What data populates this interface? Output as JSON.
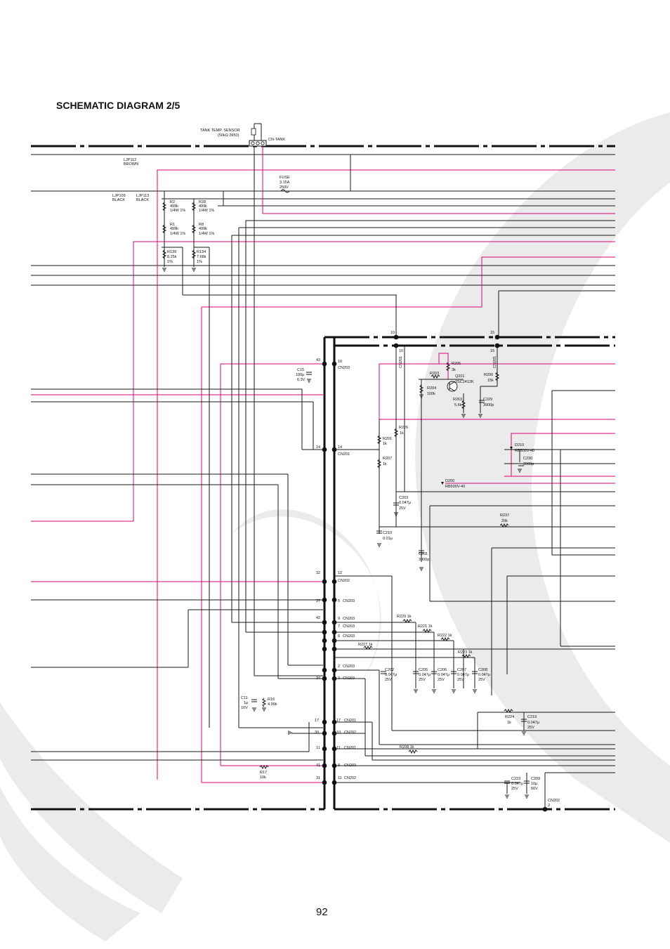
{
  "header": {
    "title": "SCHEMATIC DIAGRAM 2/5"
  },
  "footer": {
    "page_number": "92"
  },
  "colors": {
    "wire": "#1a1a1a",
    "highlight_wire": "#e0007a",
    "watermark": "#ebebeb"
  },
  "labels": {
    "tank_sensor": "TANK TEMP. SENSOR",
    "tank_sensor_value": "(50kΩ   3950)",
    "cn_tank": "CN-TANK",
    "ljp112": "LJP112",
    "ljp112_color": "BROWN",
    "fuse": "FUSE",
    "fuse_a": "3.15A",
    "fuse_v": "250V",
    "ljp109": "LJP109",
    "ljp109_color": "BLACK",
    "ljp113": "LJP113",
    "ljp113_color": "BLACK",
    "r2": "R2",
    "r2_v": "499k",
    "r2_p": "1/4W  1%",
    "r28": "R28",
    "r28_v": "499k",
    "r28_p": "1/4W  1%",
    "r1": "R1",
    "r1_v": "499k",
    "r1_p": "1/4W  1%",
    "r8": "R8",
    "r8_v": "499k",
    "r8_p": "1/4W  1%",
    "r139": "R139",
    "r139_v": "8.25k",
    "r139_t": "1%",
    "r134": "R134",
    "r134_v": "7.68k",
    "r134_t": "1%",
    "pin10_top": "10",
    "pin15_top": "15",
    "pin10_b": "10",
    "pin15_b": "15",
    "cn201_v1": "CN201",
    "cn201_v2": "CN201",
    "p43": "43",
    "p10": "10",
    "cn203_a": "CN203",
    "c15": "C15",
    "c15_v": "100μ",
    "c15_r": "6.3V",
    "r205": "R205",
    "r205_v": "3k",
    "r203": "R203",
    "q201": "Q201",
    "q201_t": "2SC2412K",
    "r206": "R206",
    "r206_v": "15k",
    "r204": "R204",
    "r204_v": "100k",
    "r263": "R263",
    "r263_v": "5.6k",
    "c229": "C229",
    "c229_v": "3900p",
    "r226": "R226",
    "r226_v": "1k",
    "r201": "R201",
    "r201_v": "1k",
    "p14a": "14",
    "p14b": "14",
    "cn201_a": "CN201",
    "r207": "R207",
    "r207_v": "1k",
    "d210": "D210",
    "d210_t": "RB500V-40",
    "c230": "C230",
    "c230_v": "3900p",
    "d200": "D200",
    "d200_t": "RB500V-40",
    "c203": "C203",
    "c203_v": "0.047μ",
    "c203_r": "25V",
    "r237": "R237",
    "r237_v": "20k",
    "c210": "C210",
    "c210_v": "0.01μ",
    "c201": "C201",
    "c201_v": "3900p",
    "p32": "32",
    "p12": "12",
    "cn202_a": "CN202",
    "p37": "37",
    "p5": "5",
    "cn203_b": "CN203",
    "p42": "42",
    "p9": "9",
    "cn203_c": "CN203",
    "r220": "R220  1k",
    "p7": "7",
    "cn203_d": "CN203",
    "r221": "R221  1k",
    "p6": "6",
    "cn203_e": "CN203",
    "r222": "R222  1k",
    "r227": "R227  1k",
    "r223": "R223  1k",
    "p2": "2",
    "cn203_f": "CN203",
    "p34": "34",
    "p3": "3",
    "cn203_g": "CN203",
    "c202": "C202",
    "c202_v": "0.047μ",
    "c202_r": "25V",
    "c205": "C205",
    "c205_v": "0.047μ",
    "c205_r": "25V",
    "c206": "C206",
    "c206_v": "0.047μ",
    "c206_r": "25V",
    "c207": "C207",
    "c207_v": "0.047μ",
    "c207_r": "25V",
    "c208": "C208",
    "c208_v": "0.047μ",
    "c208_r": "25V",
    "c11": "C11",
    "c11_v": "1μ",
    "c11_r": "10V",
    "r16": "R16",
    "r16_v": "4.99k",
    "p17a": "17",
    "p17b": "17",
    "cn201_b": "CN201",
    "p30": "30",
    "p10c": "10",
    "cn202_b": "CN202",
    "p11a": "11",
    "p11b": "11",
    "cn201_c": "CN201",
    "r208": "R208  1k",
    "r224": "R224",
    "r224_v": "1k",
    "c219": "C219",
    "c219_v": "0.047μ",
    "c219_r": "25V",
    "p41": "41",
    "p8": "8",
    "cn203_h": "CN203",
    "r17": "R17",
    "r17_v": "10k",
    "p31": "31",
    "p11c": "11",
    "cn202_c": "CN202",
    "c223": "C223",
    "c223_v": "0.047μ",
    "c223_r": "25V",
    "c209": "C209",
    "c209_v": "10μ",
    "c209_r": "50V",
    "cn202_d": "CN202",
    "cn202_d_pin": "2"
  }
}
